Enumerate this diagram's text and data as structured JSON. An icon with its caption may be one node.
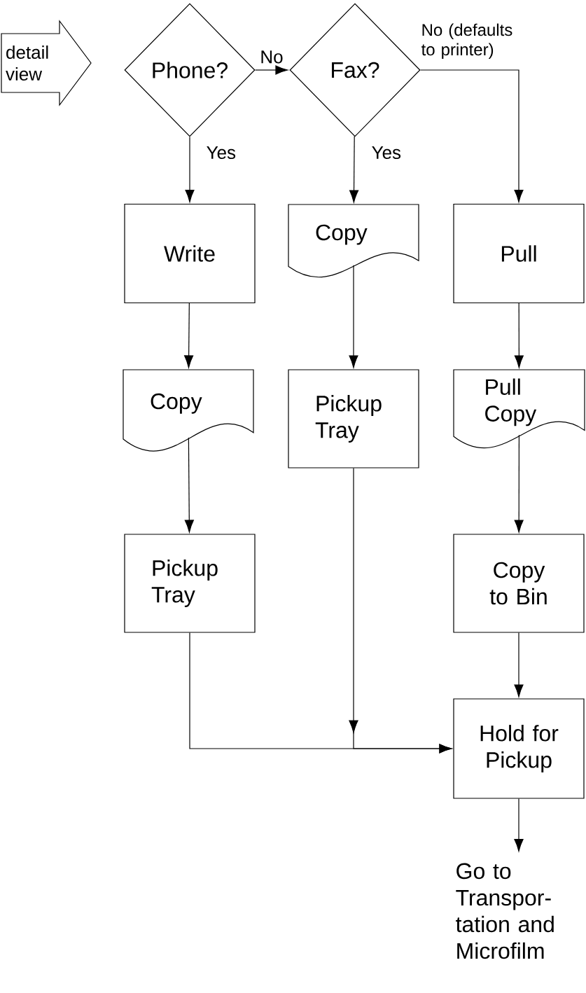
{
  "diagram": {
    "nodes": [
      {
        "text": [
          "detail view"
        ]
      },
      {
        "text": [
          "Phone?"
        ]
      },
      {
        "text": [
          "Fax?"
        ]
      },
      {
        "text": [
          "Write"
        ]
      },
      {
        "text": [
          "Copy"
        ]
      },
      {
        "text": [
          "Pull"
        ]
      },
      {
        "text": [
          "Copy"
        ]
      },
      {
        "text": [
          "Pickup Tray"
        ]
      },
      {
        "text": [
          "Pull Copy"
        ]
      },
      {
        "text": [
          "Pickup Tray"
        ]
      },
      {
        "text": [
          "Copy to Bin"
        ]
      },
      {
        "text": [
          "Hold for Pickup"
        ]
      },
      {
        "text": [
          "Go to Transpor- tation and Microfilm"
        ]
      }
    ],
    "edges": [
      {
        "from": 1,
        "to": 2,
        "arrow": "to",
        "label": "No"
      },
      {
        "from": 1,
        "to": 3,
        "arrow": "to",
        "label": "Yes"
      },
      {
        "from": 2,
        "to": 4,
        "arrow": "to",
        "label": "Yes"
      },
      {
        "from": 2,
        "to": 5,
        "arrow": "to",
        "label": "No (defaults to printer)"
      },
      {
        "from": 3,
        "to": 6,
        "arrow": "to"
      },
      {
        "from": 6,
        "to": 9,
        "arrow": "to"
      },
      {
        "from": 4,
        "to": 7,
        "arrow": "to"
      },
      {
        "from": 5,
        "to": 8,
        "arrow": "to"
      },
      {
        "from": 8,
        "to": 10,
        "arrow": "to"
      },
      {
        "from": 10,
        "to": 11,
        "arrow": "to"
      },
      {
        "from": 9,
        "to": 11,
        "arrow": "to"
      },
      {
        "from": 7,
        "to": 11,
        "arrow": "to"
      },
      {
        "from": 11,
        "to": 12,
        "arrow": "to"
      }
    ]
  }
}
